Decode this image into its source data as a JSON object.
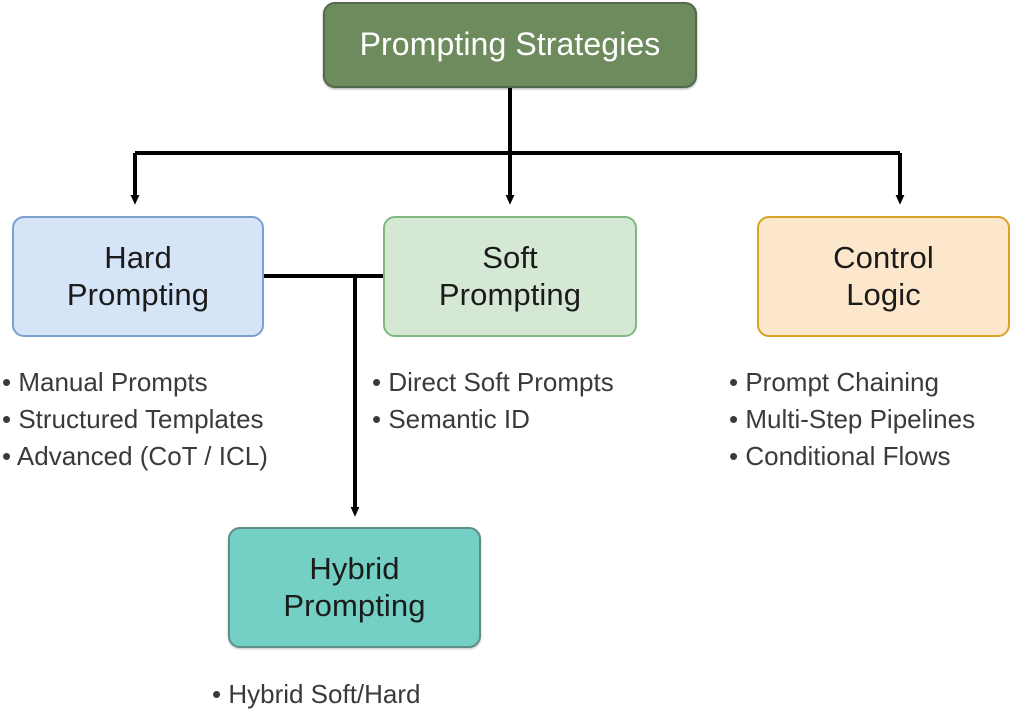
{
  "diagram": {
    "title": "Prompting Strategies",
    "root": {
      "label_line1": "Prompting Strategies",
      "fill": "#6e8b5e",
      "stroke": "#51684a",
      "text_color": "#ffffff"
    },
    "nodes": [
      {
        "id": "hard",
        "label_line1": "Hard",
        "label_line2": "Prompting",
        "fill": "#d6e4f7",
        "stroke": "#7c9fd0",
        "bullets": [
          "• Manual Prompts",
          "• Structured Templates",
          "• Advanced (CoT / ICL)"
        ]
      },
      {
        "id": "soft",
        "label_line1": "Soft",
        "label_line2": "Prompting",
        "fill": "#d4e8d4",
        "stroke": "#7fb97f",
        "bullets": [
          "• Direct Soft Prompts",
          "• Semantic ID"
        ]
      },
      {
        "id": "control",
        "label_line1": "Control",
        "label_line2": "Logic",
        "fill": "#fce6cc",
        "stroke": "#d9a328",
        "bullets": [
          "• Prompt Chaining",
          "• Multi-Step Pipelines",
          "• Conditional Flows"
        ]
      },
      {
        "id": "hybrid",
        "label_line1": "Hybrid",
        "label_line2": "Prompting",
        "fill": "#74d0c4",
        "stroke": "#5f8d88",
        "bullets": [
          "• Hybrid Soft/Hard"
        ]
      }
    ],
    "edges": [
      {
        "from": "root",
        "to": "hard",
        "style": "orthogonal-arrow"
      },
      {
        "from": "root",
        "to": "soft",
        "style": "orthogonal-arrow"
      },
      {
        "from": "root",
        "to": "control",
        "style": "orthogonal-arrow"
      },
      {
        "from": "hard",
        "to": "hybrid",
        "style": "orthogonal-arrow"
      },
      {
        "from": "soft",
        "to": "hybrid",
        "style": "orthogonal-arrow"
      }
    ],
    "edge_color": "#000000"
  }
}
